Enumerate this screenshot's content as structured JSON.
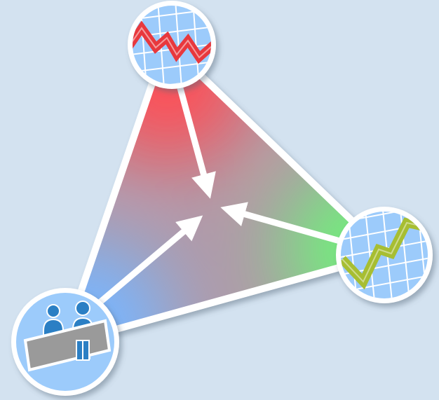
{
  "diagram": {
    "nodes": [
      {
        "id": "top",
        "icon": "falling-line-chart-icon",
        "line_color": "#e8383d"
      },
      {
        "id": "right",
        "icon": "rising-line-chart-icon",
        "line_color": "#a7be32"
      },
      {
        "id": "left",
        "icon": "people-at-desk-icon",
        "line_color": "#2b7fc4"
      }
    ],
    "colors": {
      "background": "#d3e2f0",
      "corner_top": "#ff4d55",
      "corner_right": "#6ff07a",
      "corner_left": "#78b6ff",
      "node_fill": "#9ccbfb",
      "node_ring": "#ffffff",
      "arrow": "#ffffff",
      "grid_line": "#ffffff"
    }
  }
}
